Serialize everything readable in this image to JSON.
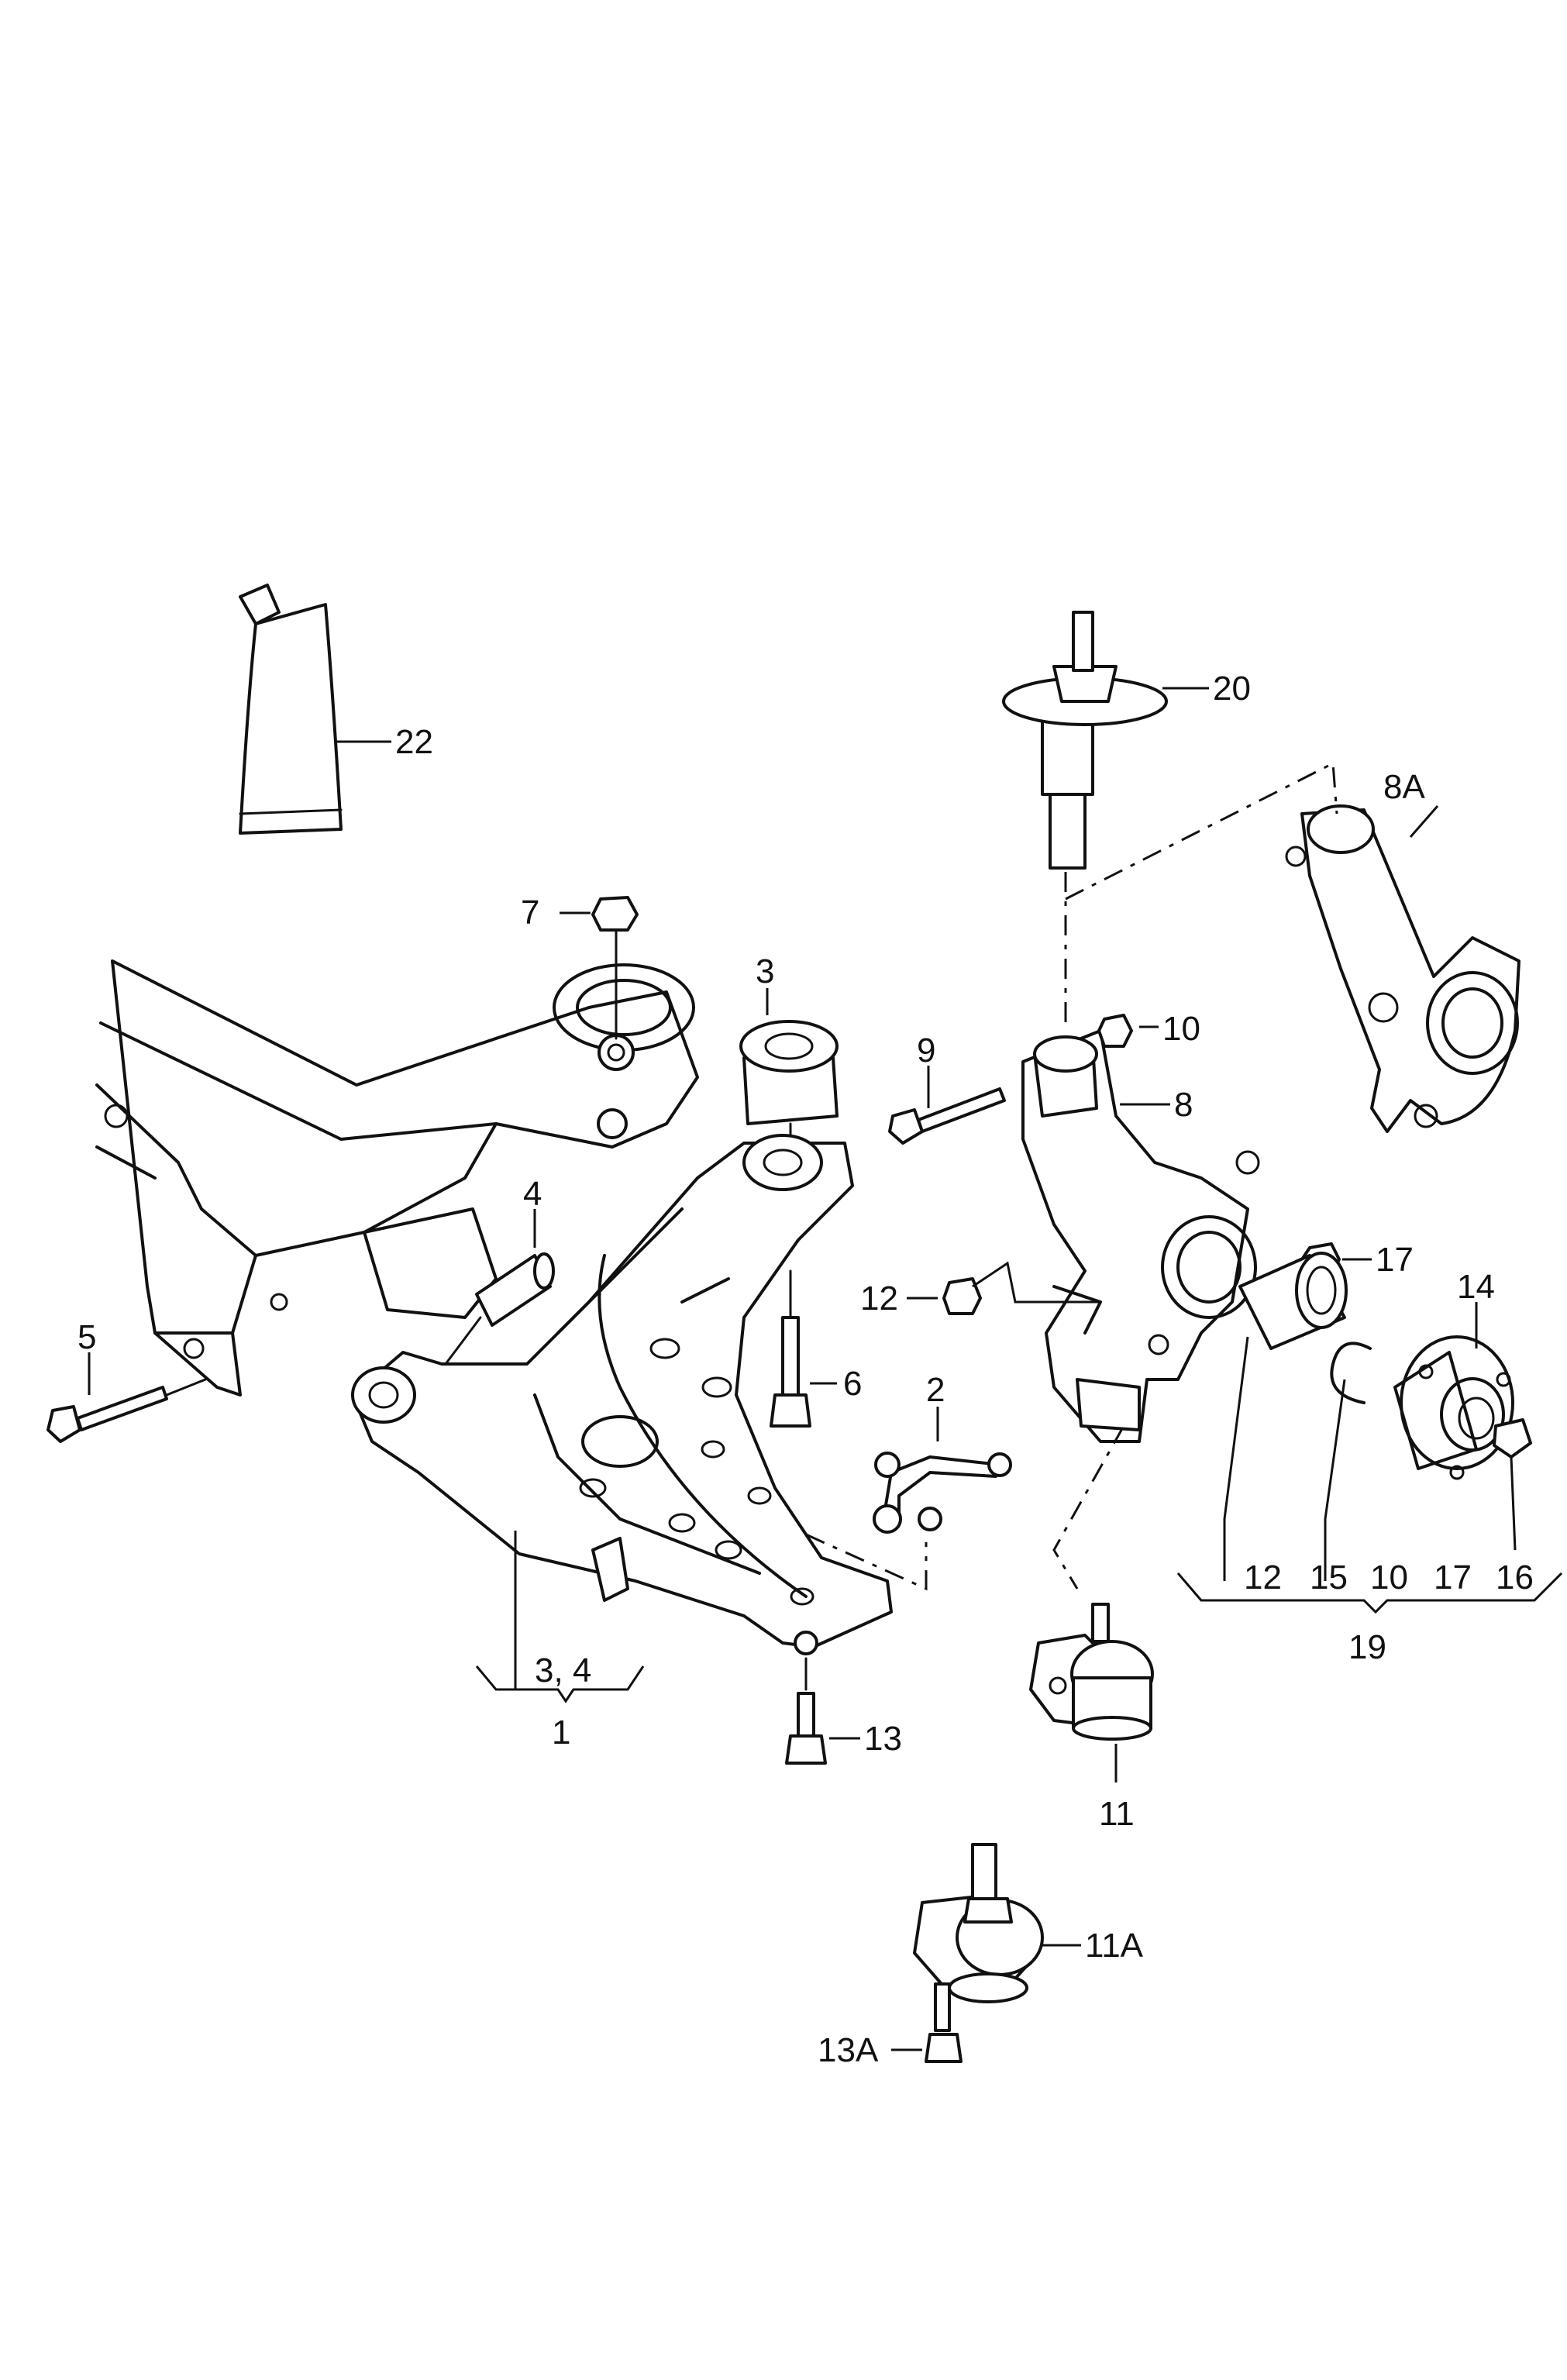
{
  "labels": {
    "l1": "1",
    "l2": "2",
    "l3": "3",
    "l3_4": "3,  4",
    "l4": "4",
    "l5": "5",
    "l6": "6",
    "l7": "7",
    "l8": "8",
    "l8A": "8A",
    "l9": "9",
    "l10": "10",
    "l11": "11",
    "l11A": "11A",
    "l12": "12",
    "l13": "13",
    "l13A": "13A",
    "l14": "14",
    "l17": "17",
    "l19": "19",
    "l20": "20",
    "l22": "22",
    "g19_12": "12",
    "g19_15": "15",
    "g19_10": "10",
    "g19_17": "17",
    "g19_16": "16"
  }
}
